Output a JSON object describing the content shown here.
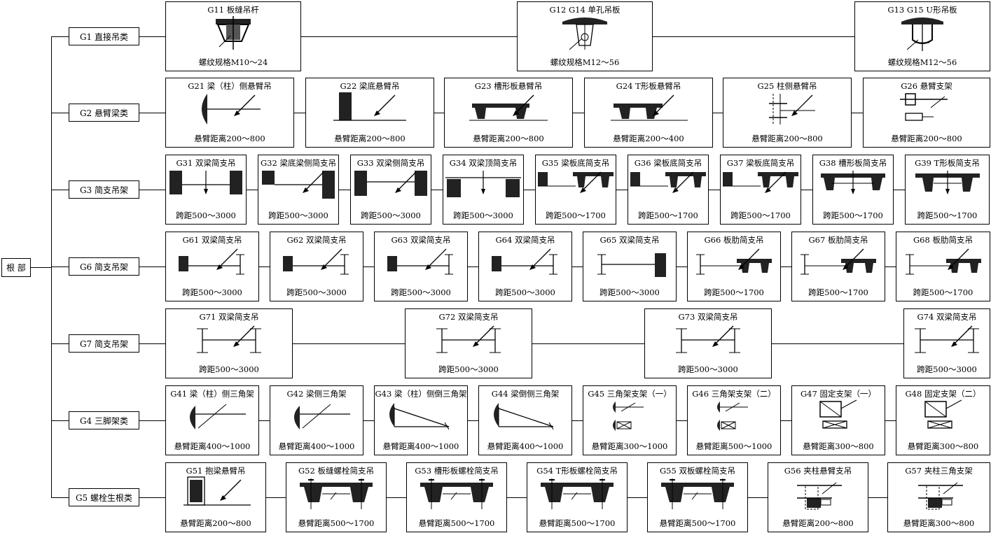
{
  "root_label": "根 部",
  "categories": [
    {
      "label": "G1 直接吊类",
      "items": [
        {
          "title": "G11 板缝吊杆",
          "caption": "螺纹规格M10～24",
          "icon": "slab-joint-rod-icon"
        },
        {
          "title": "G12 G14 单孔吊板",
          "caption": "螺纹规格M12～56",
          "icon": "single-hole-plate-icon"
        },
        {
          "title": "G13 G15 U形吊板",
          "caption": "螺纹规格M12～56",
          "icon": "u-plate-icon"
        }
      ]
    },
    {
      "label": "G2 悬臂梁类",
      "items": [
        {
          "title": "G21 梁（柱）侧悬臂吊",
          "caption": "悬臂距离200～800",
          "icon": "beam-side-cantilever-icon"
        },
        {
          "title": "G22 梁底悬臂吊",
          "caption": "悬臂距离200～800",
          "icon": "beam-bottom-cantilever-icon"
        },
        {
          "title": "G23 槽形板悬臂吊",
          "caption": "悬臂距离200～800",
          "icon": "channel-slab-cantilever-icon"
        },
        {
          "title": "G24 T形板悬臂吊",
          "caption": "悬臂距离200～400",
          "icon": "t-slab-cantilever-icon"
        },
        {
          "title": "G25 柱侧悬臂吊",
          "caption": "悬臂距离200～800",
          "icon": "column-side-cantilever-icon"
        },
        {
          "title": "G26 悬臂支架",
          "caption": "悬臂距离200～800",
          "icon": "cantilever-bracket-icon"
        }
      ]
    },
    {
      "label": "G3 简支吊架",
      "items": [
        {
          "title": "G31 双梁简支吊",
          "caption": "跨距500～3000",
          "icon": "double-beam-icon"
        },
        {
          "title": "G32 梁底梁侧简支吊",
          "caption": "跨距500～3000",
          "icon": "beam-bottom-side-icon"
        },
        {
          "title": "G33 双梁侧简支吊",
          "caption": "跨距500～3000",
          "icon": "double-beam-side-icon"
        },
        {
          "title": "G34 双梁顶简支吊",
          "caption": "跨距500～3000",
          "icon": "double-beam-top-icon"
        },
        {
          "title": "G35 梁板底简支吊",
          "caption": "跨距500～1700",
          "icon": "beam-slab-bottom-icon"
        },
        {
          "title": "G36 梁板底简支吊",
          "caption": "跨距500～1700",
          "icon": "beam-slab-bottom-icon"
        },
        {
          "title": "G37 梁板底简支吊",
          "caption": "跨距500～1700",
          "icon": "beam-slab-bottom-icon"
        },
        {
          "title": "G38 槽形板简支吊",
          "caption": "跨距500～1700",
          "icon": "channel-slab-icon"
        },
        {
          "title": "G39 T形板简支吊",
          "caption": "跨距500～1700",
          "icon": "t-slab-icon"
        }
      ]
    },
    {
      "label": "G6 简支吊架",
      "items": [
        {
          "title": "G61 双梁简支吊",
          "caption": "跨距500～3000",
          "icon": "beam-steel-icon"
        },
        {
          "title": "G62 双梁简支吊",
          "caption": "跨距500～3000",
          "icon": "beam-steel-icon"
        },
        {
          "title": "G63 双梁简支吊",
          "caption": "跨距500～3000",
          "icon": "beam-steel-icon"
        },
        {
          "title": "G64 双梁简支吊",
          "caption": "跨距500～3000",
          "icon": "beam-steel-icon"
        },
        {
          "title": "G65 双梁简支吊",
          "caption": "跨距500～3000",
          "icon": "steel-beam-icon"
        },
        {
          "title": "G66 板肋简支吊",
          "caption": "跨距500～1700",
          "icon": "slab-rib-icon"
        },
        {
          "title": "G67 板肋简支吊",
          "caption": "跨距500～1700",
          "icon": "slab-rib-icon"
        },
        {
          "title": "G68 板肋简支吊",
          "caption": "跨距500～1700",
          "icon": "slab-rib-icon"
        }
      ]
    },
    {
      "label": "G7 简支吊架",
      "items": [
        {
          "title": "G71 双梁简支吊",
          "caption": "跨距500～3000",
          "icon": "double-steel-beam-icon"
        },
        {
          "title": "G72 双梁简支吊",
          "caption": "跨距500～3000",
          "icon": "double-steel-beam-icon"
        },
        {
          "title": "G73 双梁简支吊",
          "caption": "跨距500～3000",
          "icon": "double-steel-beam-icon"
        },
        {
          "title": "G74 双梁简支吊",
          "caption": "跨距500～3000",
          "icon": "double-steel-beam-icon"
        }
      ]
    },
    {
      "label": "G4 三脚架类",
      "items": [
        {
          "title": "G41 梁（柱）侧三角架",
          "caption": "悬臂距离400～1000",
          "icon": "beam-side-tripod-icon"
        },
        {
          "title": "G42 梁侧三角架",
          "caption": "悬臂距离400～1000",
          "icon": "beam-side-tripod-icon"
        },
        {
          "title": "G43 梁（柱）侧倒三角架",
          "caption": "悬臂距离400～1000",
          "icon": "inverted-tripod-icon"
        },
        {
          "title": "G44 梁倒侧三角架",
          "caption": "悬臂距离400～1000",
          "icon": "inverted-tripod-icon"
        },
        {
          "title": "G45 三角架支架（一）",
          "caption": "悬臂距离300～1000",
          "icon": "tripod-bracket-icon"
        },
        {
          "title": "G46 三角架支架（二）",
          "caption": "悬臂距离500～1000",
          "icon": "tripod-bracket-icon"
        },
        {
          "title": "G47 固定支架（一）",
          "caption": "悬臂距离300～800",
          "icon": "fixed-bracket-icon"
        },
        {
          "title": "G48 固定支架（二）",
          "caption": "悬臂距离300～800",
          "icon": "fixed-bracket-icon"
        }
      ]
    },
    {
      "label": "G5 螺栓生根类",
      "items": [
        {
          "title": "G51 抱梁悬臂吊",
          "caption": "悬臂距离200～800",
          "icon": "beam-clamp-cantilever-icon"
        },
        {
          "title": "G52 板缝螺栓简支吊",
          "caption": "悬臂距离500～1700",
          "icon": "bolt-slab-icon"
        },
        {
          "title": "G53 槽形板螺栓简支吊",
          "caption": "悬臂距离500～1700",
          "icon": "bolt-slab-icon"
        },
        {
          "title": "G54 T形板螺栓简支吊",
          "caption": "悬臂距离500～1700",
          "icon": "bolt-slab-icon"
        },
        {
          "title": "G55 双板螺栓简支吊",
          "caption": "悬臂距离500～1700",
          "icon": "bolt-slab-icon"
        },
        {
          "title": "G56 夹柱悬臂支吊",
          "caption": "悬臂距离200～800",
          "icon": "column-clamp-icon"
        },
        {
          "title": "G57 夹柱三角支架",
          "caption": "悬臂距离300～800",
          "icon": "column-clamp-icon"
        }
      ]
    }
  ]
}
